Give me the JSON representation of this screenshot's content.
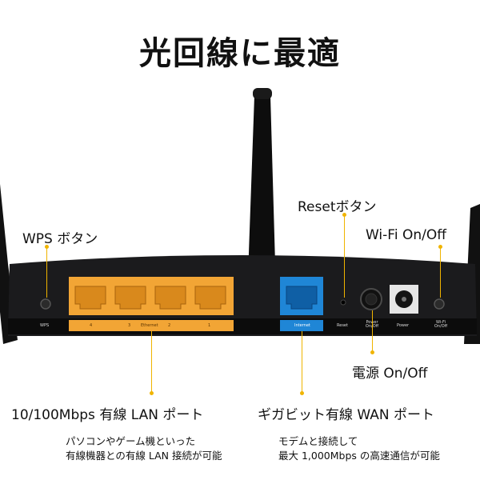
{
  "title": "光回線に最適",
  "labels": {
    "reset": "Resetボタン",
    "wps": "WPS ボタン",
    "wifi": "Wi-Fi On/Off",
    "power": "電源 On/Off",
    "lan": "10/100Mbps 有線 LAN ポート",
    "wan": "ギガビット有線 WAN ポート"
  },
  "notes": {
    "lan_line1": "パソコンやゲーム機といった",
    "lan_line2": "有線機器との有線 LAN 接続が可能",
    "wan_line1": "モデムと接続して",
    "wan_line2": "最大 1,000Mbps の高速通信が可能"
  },
  "panel": {
    "wps": "WPS",
    "port4": "4",
    "port3": "3",
    "ethernet": "Ethernet",
    "port2": "2",
    "port1": "1",
    "internet": "Internet",
    "reset": "Reset",
    "power_onoff": "Power On/Off",
    "power": "Power",
    "wifi_onoff": "Wi-Fi On/Off"
  },
  "colors": {
    "accent": "#f0b400",
    "lan_port": "#f2a535",
    "wan_port": "#1f86d6"
  }
}
